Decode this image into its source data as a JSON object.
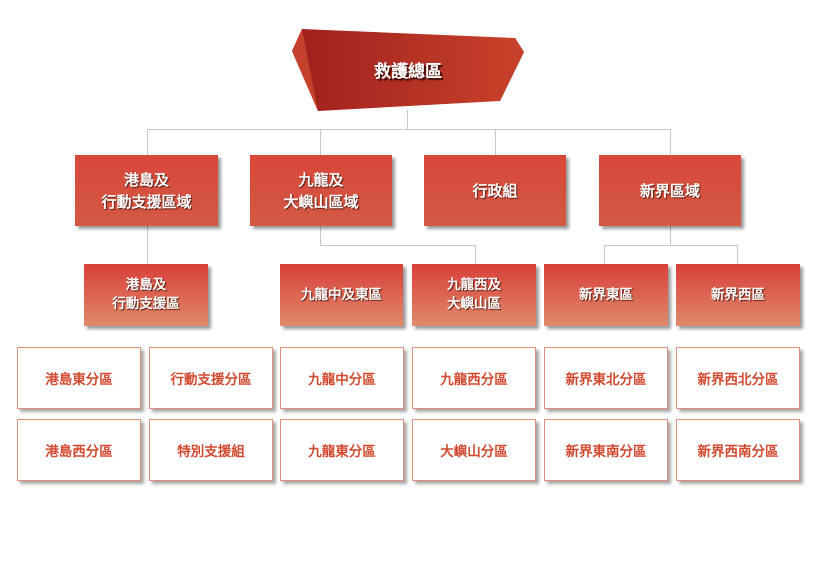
{
  "root": "救護總區",
  "regions": [
    {
      "label": "港島及\n行動支援區域"
    },
    {
      "label": "九龍及\n大嶼山區域"
    },
    {
      "label": "行政組"
    },
    {
      "label": "新界區域"
    }
  ],
  "areas": [
    {
      "label": "港島及\n行動支援區"
    },
    {
      "label": "九龍中及東區"
    },
    {
      "label": "九龍西及\n大嶼山區"
    },
    {
      "label": "新界東區"
    },
    {
      "label": "新界西區"
    }
  ],
  "divisions": [
    [
      "港島東分區",
      "行動支援分區",
      "九龍中分區",
      "九龍西分區",
      "新界東北分區",
      "新界西北分區"
    ],
    [
      "港島西分區",
      "特別支援組",
      "九龍東分區",
      "大嶼山分區",
      "新界東南分區",
      "新界西南分區"
    ]
  ],
  "colors": {
    "primary": "#d2492f",
    "dark": "#a0221e",
    "line": "#c8c8c8"
  }
}
